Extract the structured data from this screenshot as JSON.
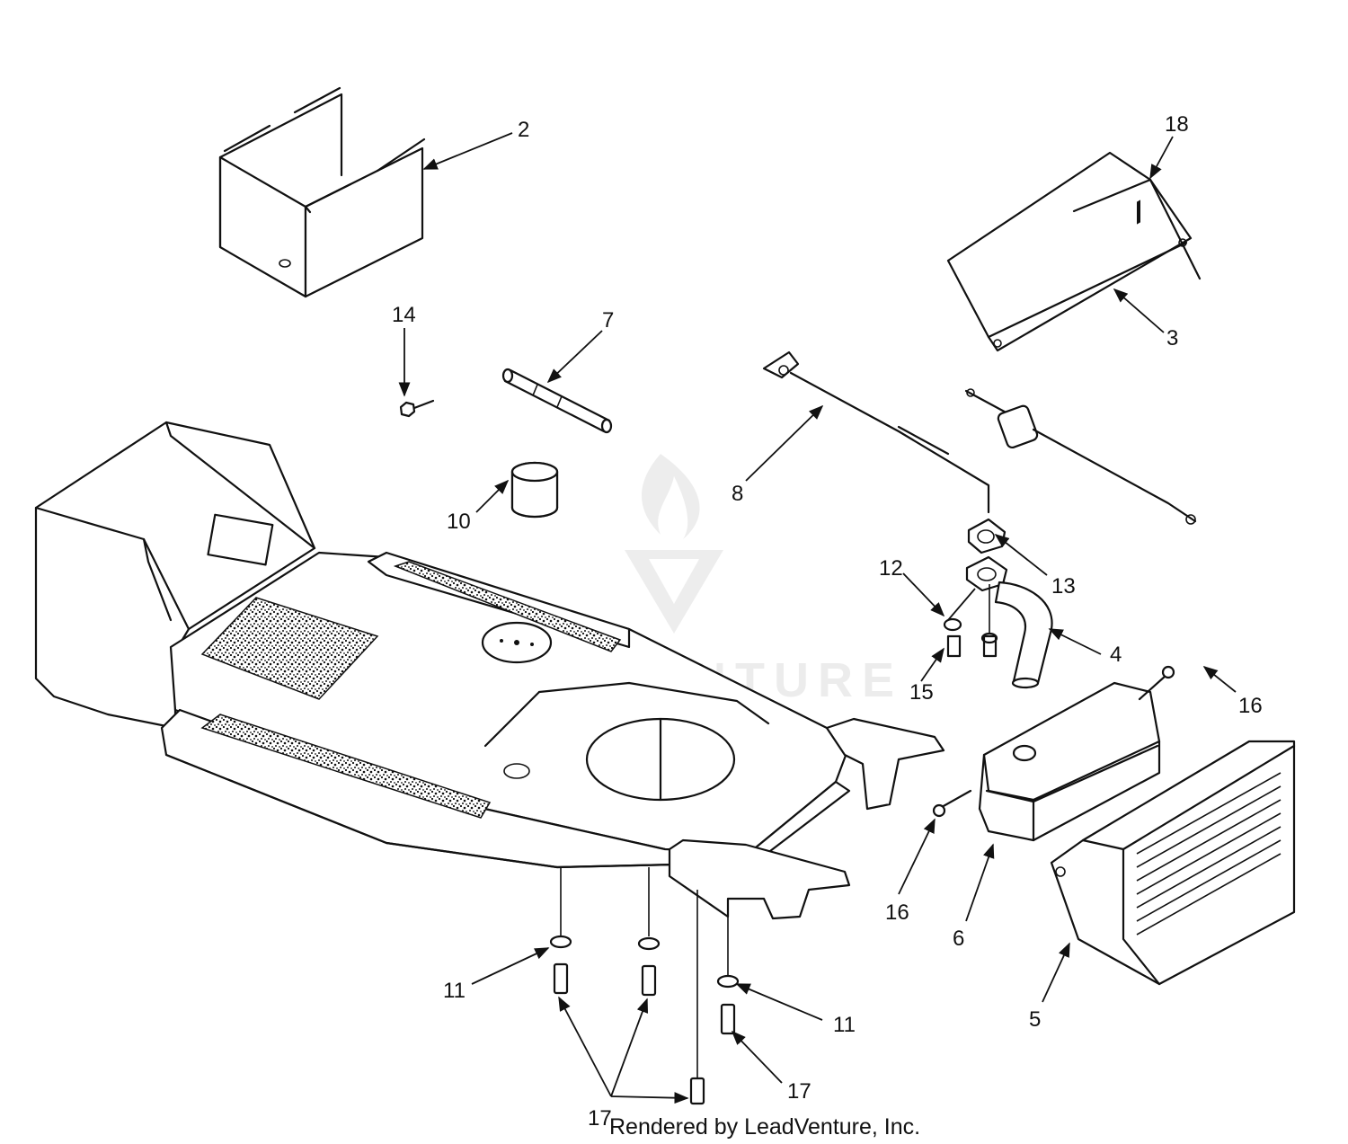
{
  "diagram": {
    "callouts": [
      {
        "id": "2",
        "text": "2"
      },
      {
        "id": "18",
        "text": "18"
      },
      {
        "id": "3",
        "text": "3"
      },
      {
        "id": "14",
        "text": "14"
      },
      {
        "id": "7",
        "text": "7"
      },
      {
        "id": "8",
        "text": "8"
      },
      {
        "id": "10",
        "text": "10"
      },
      {
        "id": "12",
        "text": "12"
      },
      {
        "id": "13",
        "text": "13"
      },
      {
        "id": "4",
        "text": "4"
      },
      {
        "id": "15",
        "text": "15"
      },
      {
        "id": "16a",
        "text": "16"
      },
      {
        "id": "16b",
        "text": "16"
      },
      {
        "id": "6",
        "text": "6"
      },
      {
        "id": "5",
        "text": "5"
      },
      {
        "id": "11a",
        "text": "11"
      },
      {
        "id": "11b",
        "text": "11"
      },
      {
        "id": "17a",
        "text": "17"
      },
      {
        "id": "17b",
        "text": "17"
      }
    ],
    "footer": "Rendered by LeadVenture, Inc.",
    "watermark": "LEADVENTURE"
  }
}
